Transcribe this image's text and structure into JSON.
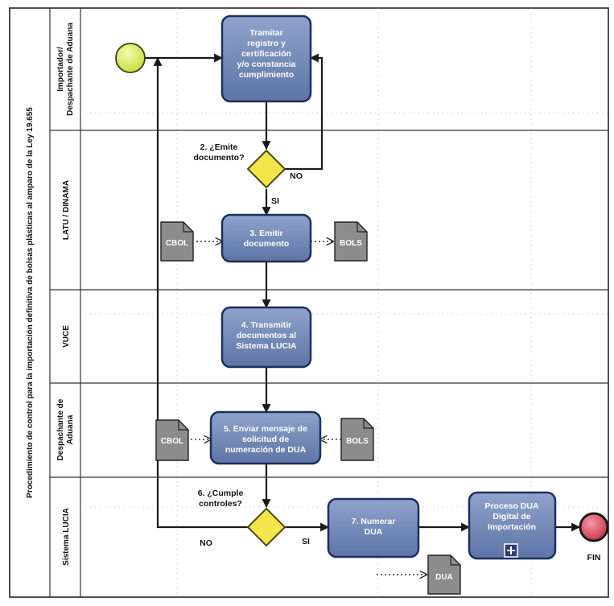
{
  "pool": {
    "title": "Procedimiento de control para la importación definitiva de bolsas plásticas al amparo de la Ley 19.655"
  },
  "lanes": [
    "Importador/ Despachante de Aduana",
    "LATU / DINAMA",
    "VUCE",
    "Despachante de Aduana",
    "Sistema LUCIA"
  ],
  "tasks": {
    "t1": [
      "Tramitar",
      "registro y",
      "certificación",
      "y/o constancia",
      "cumplimiento"
    ],
    "t3": [
      "3. Emitir",
      "documento"
    ],
    "t4": [
      "4. Transmitir",
      "documentos al",
      "Sistema LUCIA"
    ],
    "t5": [
      "5. Enviar mensaje de",
      "solicitud de",
      "numeración de DUA"
    ],
    "t7": [
      "7. Numerar",
      "DUA"
    ],
    "t8": [
      "Proceso DUA",
      "Digital de",
      "Importación"
    ]
  },
  "gateways": {
    "g2": [
      "2. ¿Emite",
      "documento?"
    ],
    "g6": [
      "6. ¿Cumple",
      "controles?"
    ]
  },
  "flow_labels": {
    "g2_no": "NO",
    "g2_si": "SI",
    "g6_no": "NO",
    "g6_si": "SI"
  },
  "documents": {
    "d1": "CBOL",
    "d2": "BOLS",
    "d3": "CBOL",
    "d4": "BOLS",
    "d5": "DUA"
  },
  "end_event": "FIN",
  "colors": {
    "task_fill": "#6f86b6",
    "task_stroke": "#1d2f5c",
    "gateway_fill": "#f3e64a",
    "start_fill": "#d8ea5c",
    "end_fill": "#d9455a",
    "doc_fill": "#8c8c8c"
  }
}
